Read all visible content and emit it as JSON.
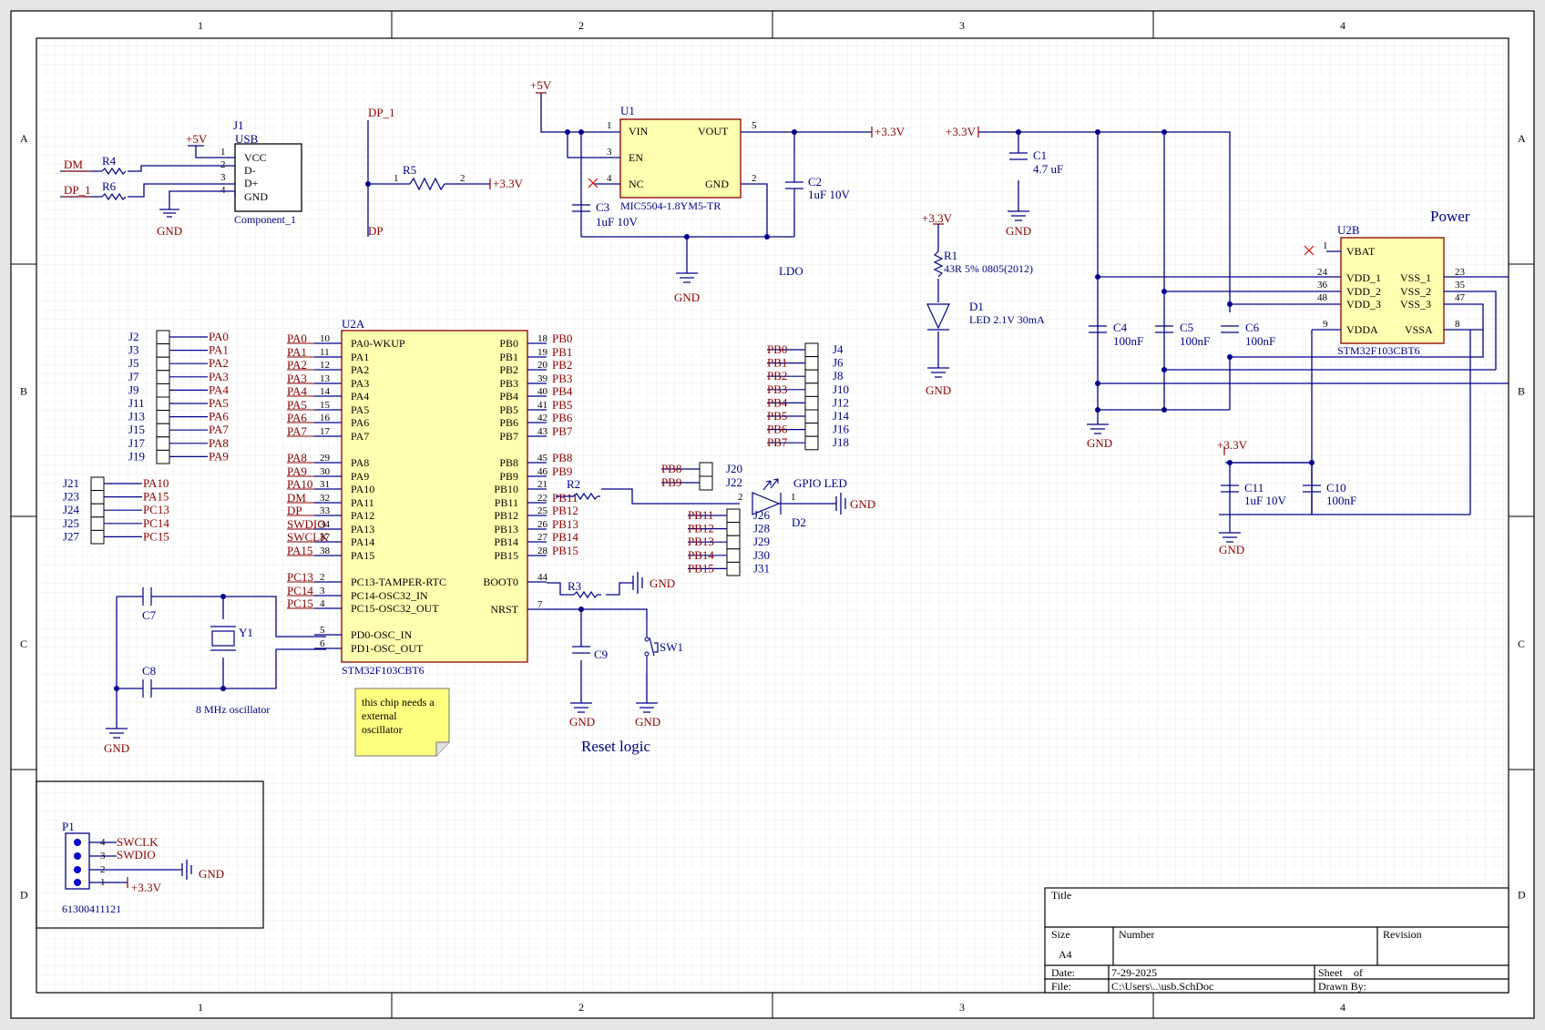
{
  "border": {
    "cols": [
      "1",
      "2",
      "3",
      "4"
    ],
    "rows": [
      "A",
      "B",
      "C",
      "D"
    ]
  },
  "titles": {
    "power": "Power",
    "reset": "Reset logic",
    "ldo": "LDO",
    "gpio_led": "GPIO LED",
    "osc": "8 MHz oscillator"
  },
  "note": {
    "line1": "this chip needs a",
    "line2": "external",
    "line3": "oscillator"
  },
  "usb": {
    "designator": "J1",
    "name": "USB",
    "comment": "Component_1",
    "pins": [
      {
        "num": "1",
        "name": "VCC"
      },
      {
        "num": "2",
        "name": "D-"
      },
      {
        "num": "3",
        "name": "D+"
      },
      {
        "num": "4",
        "name": "GND"
      }
    ],
    "vcc": "+5V",
    "gnd": "GND",
    "net_dm": "DM",
    "net_dp": "DP_1",
    "r4": "R4",
    "r6": "R6"
  },
  "dp_pullup": {
    "net_top": "DP_1",
    "net_bottom": "DP",
    "resistor": "R5",
    "pin1": "1",
    "pin2": "2",
    "rail": "+3.3V"
  },
  "ldo": {
    "designator": "U1",
    "part": "MIC5504-1.8YM5-TR",
    "input": "+5V",
    "output": "+3.3V",
    "gnd": "GND",
    "pins": {
      "vin": "VIN",
      "en": "EN",
      "nc": "NC",
      "vout": "VOUT",
      "gnd": "GND"
    },
    "pin_nums": {
      "vin": "1",
      "en": "3",
      "nc": "4",
      "vout": "5",
      "gnd": "2"
    },
    "c2": {
      "ref": "C2",
      "value": "1uF 10V"
    },
    "c3": {
      "ref": "C3",
      "value": "1uF 10V"
    }
  },
  "power_caps": {
    "rail": "+3.3V",
    "c1": {
      "ref": "C1",
      "value": "4.7 uF"
    },
    "c4": {
      "ref": "C4",
      "value": "100nF"
    },
    "c5": {
      "ref": "C5",
      "value": "100nF"
    },
    "c6": {
      "ref": "C6",
      "value": "100nF"
    },
    "c10": {
      "ref": "C10",
      "value": "100nF"
    },
    "c11": {
      "ref": "C11",
      "value": "1uF 10V"
    },
    "gnd": "GND"
  },
  "led_power": {
    "rail": "+3.3V",
    "r1": "R1",
    "r1_value": "43R 5% 0805(2012)",
    "d1": "D1",
    "d1_value": "LED 2.1V 30mA",
    "gnd": "GND"
  },
  "u2b": {
    "designator": "U2B",
    "part": "STM32F103CBT6",
    "left": [
      {
        "num": "1",
        "name": "VBAT"
      },
      {
        "num": "24",
        "name": "VDD_1"
      },
      {
        "num": "36",
        "name": "VDD_2"
      },
      {
        "num": "48",
        "name": "VDD_3"
      },
      {
        "num": "9",
        "name": "VDDA"
      }
    ],
    "right": [
      {
        "num": "23",
        "name": "VSS_1"
      },
      {
        "num": "35",
        "name": "VSS_2"
      },
      {
        "num": "47",
        "name": "VSS_3"
      },
      {
        "num": "8",
        "name": "VSSA"
      }
    ]
  },
  "u2a": {
    "designator": "U2A",
    "part": "STM32F103CBT6",
    "left": [
      {
        "num": "10",
        "name": "PA0-WKUP",
        "net": "PA0"
      },
      {
        "num": "11",
        "name": "PA1",
        "net": "PA1"
      },
      {
        "num": "12",
        "name": "PA2",
        "net": "PA2"
      },
      {
        "num": "13",
        "name": "PA3",
        "net": "PA3"
      },
      {
        "num": "14",
        "name": "PA4",
        "net": "PA4"
      },
      {
        "num": "15",
        "name": "PA5",
        "net": "PA5"
      },
      {
        "num": "16",
        "name": "PA6",
        "net": "PA6"
      },
      {
        "num": "17",
        "name": "PA7",
        "net": "PA7"
      },
      {
        "num": "29",
        "name": "PA8",
        "net": "PA8"
      },
      {
        "num": "30",
        "name": "PA9",
        "net": "PA9"
      },
      {
        "num": "31",
        "name": "PA10",
        "net": "PA10"
      },
      {
        "num": "32",
        "name": "PA11",
        "net": "DM"
      },
      {
        "num": "33",
        "name": "PA12",
        "net": "DP"
      },
      {
        "num": "34",
        "name": "PA13",
        "net": "SWDIO"
      },
      {
        "num": "37",
        "name": "PA14",
        "net": "SWCLK"
      },
      {
        "num": "38",
        "name": "PA15",
        "net": "PA15"
      },
      {
        "num": "2",
        "name": "PC13-TAMPER-RTC",
        "net": "PC13"
      },
      {
        "num": "3",
        "name": "PC14-OSC32_IN",
        "net": "PC14"
      },
      {
        "num": "4",
        "name": "PC15-OSC32_OUT",
        "net": "PC15"
      },
      {
        "num": "5",
        "name": "PD0-OSC_IN",
        "net": ""
      },
      {
        "num": "6",
        "name": "PD1-OSC_OUT",
        "net": ""
      }
    ],
    "right": [
      {
        "num": "18",
        "name": "PB0",
        "net": "PB0"
      },
      {
        "num": "19",
        "name": "PB1",
        "net": "PB1"
      },
      {
        "num": "20",
        "name": "PB2",
        "net": "PB2"
      },
      {
        "num": "39",
        "name": "PB3",
        "net": "PB3"
      },
      {
        "num": "40",
        "name": "PB4",
        "net": "PB4"
      },
      {
        "num": "41",
        "name": "PB5",
        "net": "PB5"
      },
      {
        "num": "42",
        "name": "PB6",
        "net": "PB6"
      },
      {
        "num": "43",
        "name": "PB7",
        "net": "PB7"
      },
      {
        "num": "45",
        "name": "PB8",
        "net": "PB8"
      },
      {
        "num": "46",
        "name": "PB9",
        "net": "PB9"
      },
      {
        "num": "21",
        "name": "PB10",
        "net": ""
      },
      {
        "num": "22",
        "name": "PB11",
        "net": "PB11"
      },
      {
        "num": "25",
        "name": "PB12",
        "net": "PB12"
      },
      {
        "num": "26",
        "name": "PB13",
        "net": "PB13"
      },
      {
        "num": "27",
        "name": "PB14",
        "net": "PB14"
      },
      {
        "num": "28",
        "name": "PB15",
        "net": "PB15"
      },
      {
        "num": "44",
        "name": "BOOT0",
        "net": ""
      },
      {
        "num": "7",
        "name": "NRST",
        "net": ""
      }
    ]
  },
  "headers_pa": [
    {
      "ref": "J2",
      "net": "PA0"
    },
    {
      "ref": "J3",
      "net": "PA1"
    },
    {
      "ref": "J5",
      "net": "PA2"
    },
    {
      "ref": "J7",
      "net": "PA3"
    },
    {
      "ref": "J9",
      "net": "PA4"
    },
    {
      "ref": "J11",
      "net": "PA5"
    },
    {
      "ref": "J13",
      "net": "PA6"
    },
    {
      "ref": "J15",
      "net": "PA7"
    },
    {
      "ref": "J17",
      "net": "PA8"
    },
    {
      "ref": "J19",
      "net": "PA9"
    }
  ],
  "headers_pa2": [
    {
      "ref": "J21",
      "net": "PA10"
    },
    {
      "ref": "J23",
      "net": "PA15"
    },
    {
      "ref": "J24",
      "net": "PC13"
    },
    {
      "ref": "J25",
      "net": "PC14"
    },
    {
      "ref": "J27",
      "net": "PC15"
    }
  ],
  "headers_pb": [
    {
      "ref": "J4",
      "net": "PB0"
    },
    {
      "ref": "J6",
      "net": "PB1"
    },
    {
      "ref": "J8",
      "net": "PB2"
    },
    {
      "ref": "J10",
      "net": "PB3"
    },
    {
      "ref": "J12",
      "net": "PB4"
    },
    {
      "ref": "J14",
      "net": "PB5"
    },
    {
      "ref": "J16",
      "net": "PB6"
    },
    {
      "ref": "J18",
      "net": "PB7"
    }
  ],
  "headers_pb89": [
    {
      "ref": "J20",
      "net": "PB8"
    },
    {
      "ref": "J22",
      "net": "PB9"
    }
  ],
  "headers_pb11": [
    {
      "ref": "J26",
      "net": "PB11"
    },
    {
      "ref": "J28",
      "net": "PB12"
    },
    {
      "ref": "J29",
      "net": "PB13"
    },
    {
      "ref": "J30",
      "net": "PB14"
    },
    {
      "ref": "J31",
      "net": "PB15"
    }
  ],
  "gpio": {
    "r2": "R2",
    "d2": "D2",
    "pin2": "2",
    "pin1": "1",
    "gnd": "GND"
  },
  "boot": {
    "r3": "R3",
    "gnd": "GND"
  },
  "reset": {
    "c9": "C9",
    "sw1": "SW1",
    "gnd": "GND"
  },
  "osc": {
    "c7": "C7",
    "c8": "C8",
    "y1": "Y1",
    "gnd": "GND"
  },
  "swd": {
    "ref": "P1",
    "part": "61300411121",
    "pins": [
      {
        "num": "4",
        "net": "SWCLK"
      },
      {
        "num": "3",
        "net": "SWDIO"
      },
      {
        "num": "2",
        "net": "GND"
      },
      {
        "num": "1",
        "net": "+3.3V"
      }
    ]
  },
  "titleblock": {
    "title_label": "Title",
    "size_label": "Size",
    "size": "A4",
    "number_label": "Number",
    "revision_label": "Revision",
    "date_label": "Date:",
    "date": "7-29-2025",
    "file_label": "File:",
    "file": "C:\\Users\\..\\usb.SchDoc",
    "sheet_label": "Sheet",
    "of_label": "of",
    "drawn_label": "Drawn By:"
  }
}
